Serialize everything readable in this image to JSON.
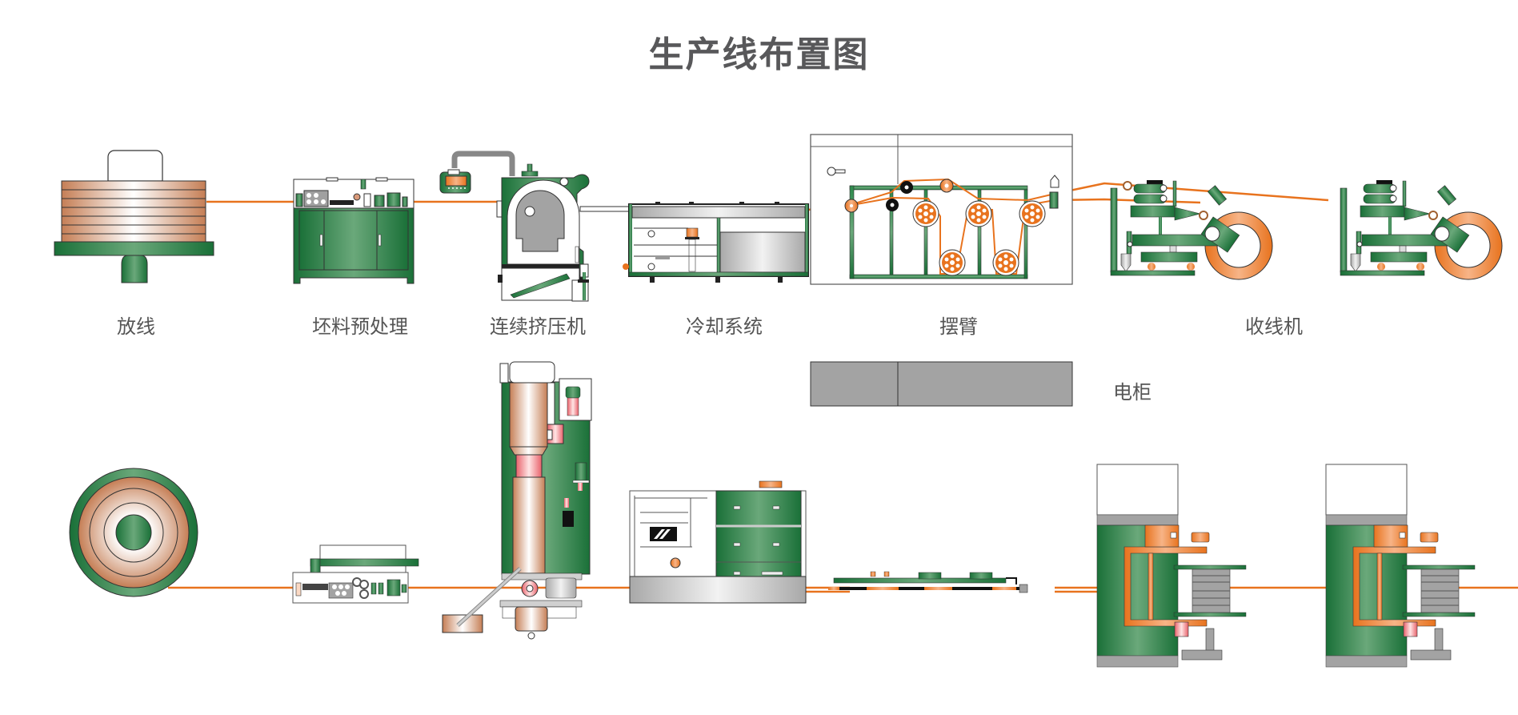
{
  "title": "生产线布置图",
  "colors": {
    "wire": "#e8731e",
    "machine_green": "#1f7a3e",
    "machine_green_light": "#6aaa7a",
    "copper": "#c9835a",
    "copper_light": "#ffffff",
    "panel_gray": "#a3a3a3",
    "outline": "#3a3a3a",
    "text": "#555555"
  },
  "stations": [
    {
      "id": "payoff",
      "label": "放线"
    },
    {
      "id": "pretreatment",
      "label": "坯料预处理"
    },
    {
      "id": "extruder",
      "label": "连续挤压机"
    },
    {
      "id": "cooling",
      "label": "冷却系统"
    },
    {
      "id": "swing_arm",
      "label": "摆臂"
    },
    {
      "id": "takeup",
      "label": "收线机"
    }
  ],
  "cabinet": {
    "label": "电柜"
  },
  "views": [
    "front-elevation",
    "plan-view"
  ]
}
